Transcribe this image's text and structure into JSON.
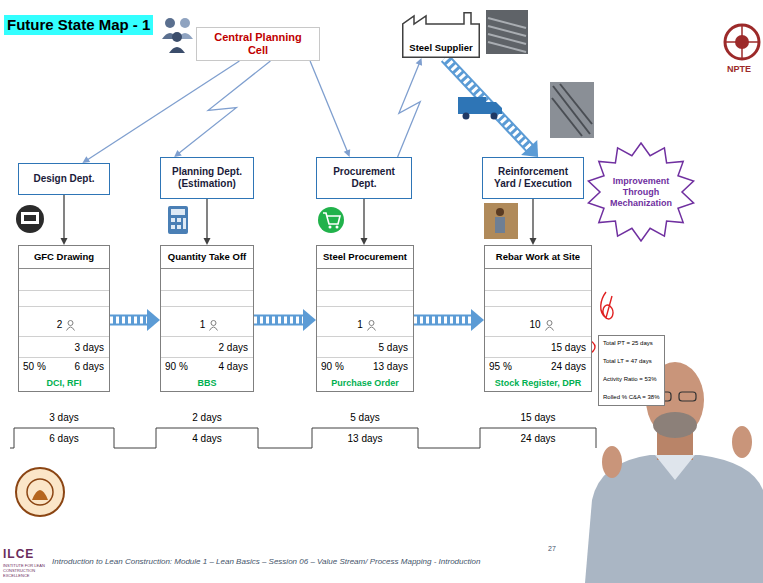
{
  "diagram": {
    "title": "Future State Map - 1",
    "nodes": [
      {
        "text": [
          "Central Planning Cell"
        ]
      },
      {
        "text": [
          "Steel Supplier"
        ]
      },
      {
        "text": [
          "Design Dept."
        ]
      },
      {
        "text": [
          "Planning Dept. (Estimation)"
        ]
      },
      {
        "text": [
          "Procurement Dept."
        ]
      },
      {
        "text": [
          "Reinforcement Yard / Execution"
        ]
      },
      {
        "text": [
          "Improvement Through Mechanization"
        ]
      },
      {
        "text": [
          "GFC Drawing",
          "2",
          "3 days",
          "50 %",
          "6 days",
          "DCI, RFI"
        ]
      },
      {
        "text": [
          "Quantity Take Off",
          "1",
          "2 days",
          "90 %",
          "4 days",
          "BBS"
        ]
      },
      {
        "text": [
          "Steel Procurement",
          "1",
          "5 days",
          "90 %",
          "13 days",
          "Purchase Order"
        ]
      },
      {
        "text": [
          "Rebar Work at Site",
          "10",
          "15 days",
          "95 %",
          "24 days",
          "Stock Register, DPR"
        ]
      },
      {
        "text": [
          "Total PT = 25 days",
          "Total LT = 47 days",
          "Activity Ratio = 53%",
          "Rolled % C&A = 38%"
        ]
      }
    ],
    "edges": [
      {
        "from": 0,
        "to": 2,
        "arrow": "to"
      },
      {
        "from": 0,
        "to": 3,
        "arrow": "to"
      },
      {
        "from": 0,
        "to": 4,
        "arrow": "to"
      },
      {
        "from": 4,
        "to": 1,
        "arrow": "to"
      },
      {
        "from": 1,
        "to": 5,
        "arrow": "to"
      },
      {
        "from": 2,
        "to": 7,
        "arrow": "to"
      },
      {
        "from": 3,
        "to": 8,
        "arrow": "to"
      },
      {
        "from": 4,
        "to": 9,
        "arrow": "to"
      },
      {
        "from": 5,
        "to": 10,
        "arrow": "to"
      },
      {
        "from": 7,
        "to": 8,
        "arrow": "to"
      },
      {
        "from": 8,
        "to": 9,
        "arrow": "to"
      },
      {
        "from": 9,
        "to": 10,
        "arrow": "to"
      }
    ],
    "labels": [
      "3 days",
      "6 days",
      "2 days",
      "4 days",
      "5 days",
      "13 days",
      "15 days",
      "24 days",
      "Introduction to Lean Construction: Module 1 – Lean Basics – Session 06 – Value Stream/ Process Mapping - Introduction",
      "27",
      "ILCE",
      "INSTITUTE FOR LEAN CONSTRUCTION EXCELLENCE",
      "NPTE"
    ]
  }
}
